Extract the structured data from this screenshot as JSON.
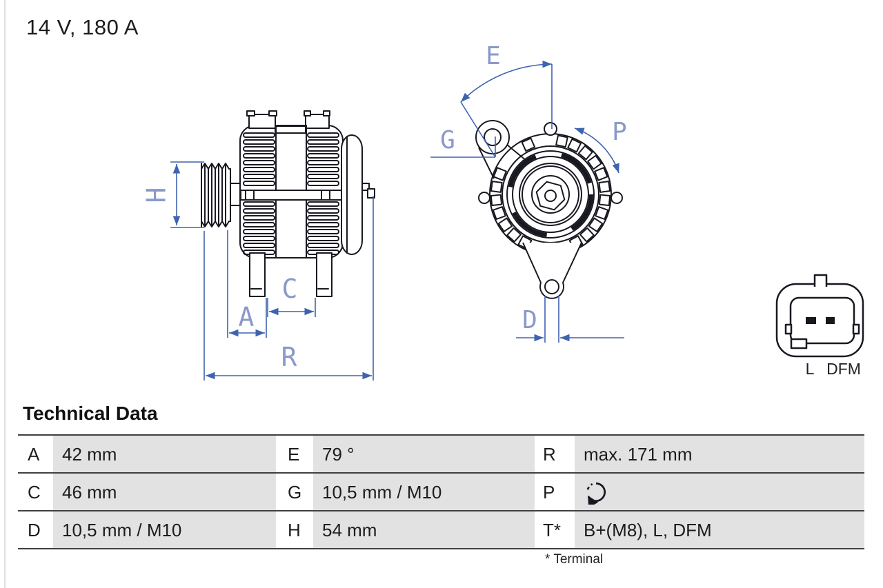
{
  "title": "14 V, 180 A",
  "section_heading": "Technical Data",
  "footnote": "* Terminal",
  "dims": {
    "H": "H",
    "A": "A",
    "C": "C",
    "R": "R",
    "E": "E",
    "G": "G",
    "P": "P",
    "D": "D"
  },
  "connector": {
    "labels": [
      "L",
      "DFM"
    ]
  },
  "table": {
    "rows": [
      {
        "cells": [
          {
            "key": "A",
            "value": "42 mm"
          },
          {
            "key": "E",
            "value": "79 °"
          },
          {
            "key": "R",
            "value": "max. 171 mm"
          }
        ]
      },
      {
        "cells": [
          {
            "key": "C",
            "value": "46 mm"
          },
          {
            "key": "G",
            "value": "10,5 mm / M10"
          },
          {
            "key": "P",
            "value": "",
            "icon": "rotation-cw-icon"
          }
        ]
      },
      {
        "cells": [
          {
            "key": "D",
            "value": "10,5 mm / M10"
          },
          {
            "key": "H",
            "value": "54 mm"
          },
          {
            "key": "T*",
            "value": "B+(M8), L, DFM"
          }
        ]
      }
    ]
  },
  "colors": {
    "drawing_line": "#181821",
    "dimension_line": "#3e63af",
    "dimension_label": "#8a99c9",
    "table_cell_gray": "#e2e2e2",
    "table_rule": "#3f3f3f"
  }
}
